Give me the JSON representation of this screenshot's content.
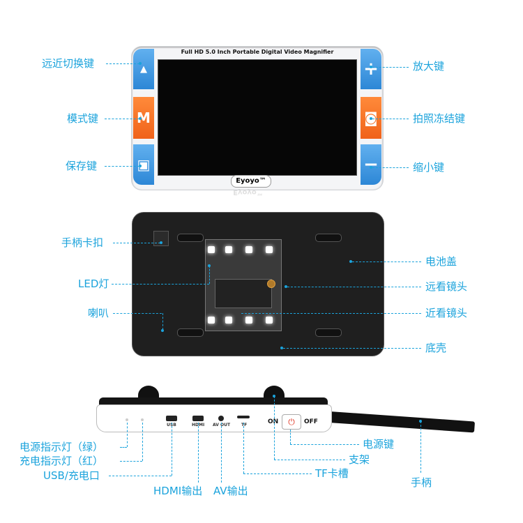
{
  "front": {
    "title": "Full HD 5.0 Inch Portable Digital Video Magnifier",
    "brand": "Eyoyo™",
    "keys": {
      "left_top": "▲",
      "left_mid": "M",
      "left_bot": "▣",
      "right_top": "+",
      "right_mid": "◙",
      "right_bot": "−"
    },
    "labels": {
      "far_near": "远近切换键",
      "mode": "模式键",
      "save": "保存键",
      "zoom_in": "放大键",
      "freeze": "拍照冻结键",
      "zoom_out": "缩小键"
    }
  },
  "back": {
    "labels": {
      "grip": "手柄卡扣",
      "led": "LED灯",
      "speaker": "喇叭",
      "battery": "电池盖",
      "far_lens": "远看镜头",
      "near_lens": "近看镜头",
      "shell": "底壳"
    }
  },
  "bottom": {
    "ports": {
      "usb": "USB",
      "hdmi": "HDMI",
      "av": "AV OUT",
      "tf": "TF"
    },
    "on": "ON",
    "off": "OFF",
    "labels": {
      "power_led": "电源指示灯（绿）",
      "charge_led": "充电指示灯（红）",
      "usb_charge": "USB/充电口",
      "hdmi_out": "HDMI输出",
      "av_out": "AV输出",
      "tf_slot": "TF卡槽",
      "stand": "支架",
      "power_key": "电源键",
      "handle": "手柄"
    }
  },
  "colors": {
    "accent": "#1ba3dc",
    "blue_key": "#3a8fdc",
    "orange_key": "#f06a20"
  }
}
